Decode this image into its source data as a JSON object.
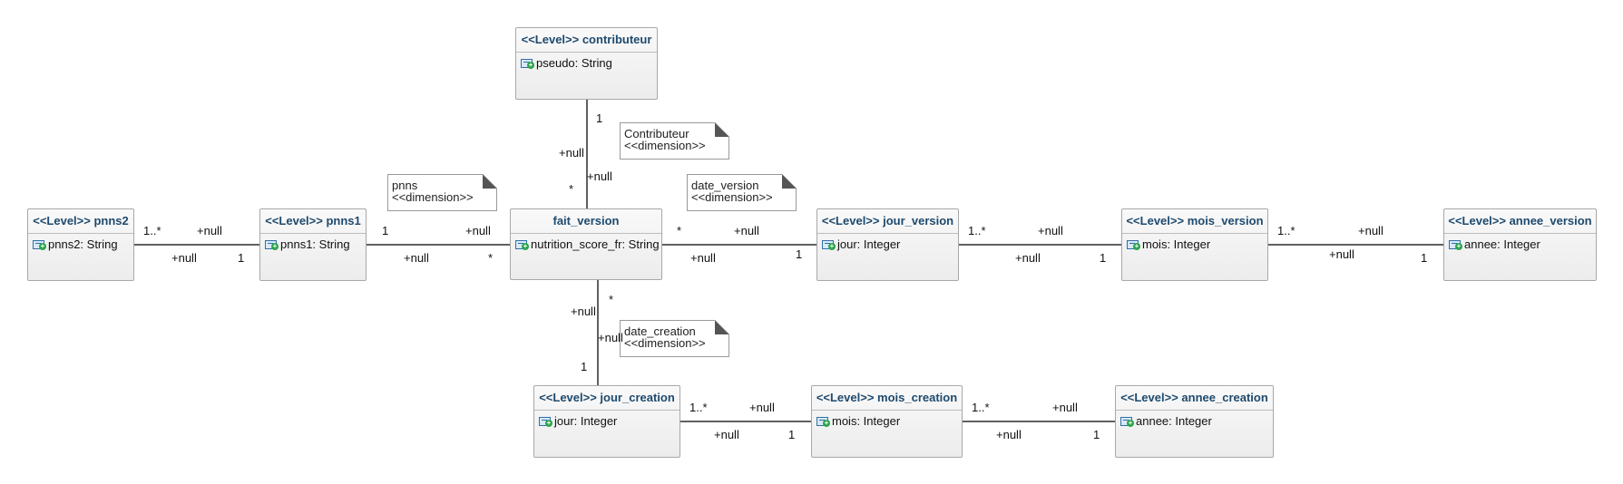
{
  "classes": {
    "contributeur": {
      "title": "<<Level>> contributeur",
      "attr": "pseudo: String"
    },
    "pnns2": {
      "title": "<<Level>> pnns2",
      "attr": "pnns2: String"
    },
    "pnns1": {
      "title": "<<Level>> pnns1",
      "attr": "pnns1: String"
    },
    "fait_version": {
      "title": "fait_version",
      "attr": "nutrition_score_fr: String"
    },
    "jour_version": {
      "title": "<<Level>> jour_version",
      "attr": "jour: Integer"
    },
    "mois_version": {
      "title": "<<Level>> mois_version",
      "attr": "mois: Integer"
    },
    "annee_version": {
      "title": "<<Level>> annee_version",
      "attr": "annee: Integer"
    },
    "jour_creation": {
      "title": "<<Level>> jour_creation",
      "attr": "jour: Integer"
    },
    "mois_creation": {
      "title": "<<Level>> mois_creation",
      "attr": "mois: Integer"
    },
    "annee_creation": {
      "title": "<<Level>> annee_creation",
      "attr": "annee: Integer"
    }
  },
  "notes": {
    "contributeur": {
      "name": "Contributeur",
      "stereotype": "<<dimension>>"
    },
    "pnns": {
      "name": "pnns",
      "stereotype": "<<dimension>>"
    },
    "date_version": {
      "name": "date_version",
      "stereotype": "<<dimension>>"
    },
    "date_creation": {
      "name": "date_creation",
      "stereotype": "<<dimension>>"
    }
  },
  "edge_labels": {
    "contrib_mult_top": "1",
    "contrib_role_left": "+null",
    "contrib_role_right": "+null",
    "contrib_mult_bottom": "*",
    "pnns2_pnns1_mult_left": "1..*",
    "pnns2_pnns1_role_top": "+null",
    "pnns2_pnns1_role_bottom": "+null",
    "pnns2_pnns1_mult_right": "1",
    "pnns1_fait_mult_left": "1",
    "pnns1_fait_role_top": "+null",
    "pnns1_fait_role_bottom": "+null",
    "pnns1_fait_mult_right": "*",
    "fait_jour_mult_left": "*",
    "fait_jour_role_top": "+null",
    "fait_jour_role_bottom": "+null",
    "fait_jour_mult_right": "1",
    "jour_mois_v_mult_left": "1..*",
    "jour_mois_v_role_top": "+null",
    "jour_mois_v_role_bottom": "+null",
    "jour_mois_v_mult_right": "1",
    "mois_annee_v_mult_left": "1..*",
    "mois_annee_v_role_top": "+null",
    "mois_annee_v_role_bottom": "+null",
    "mois_annee_v_mult_right": "1",
    "fait_creation_mult_top": "*",
    "fait_creation_role_left": "+null",
    "fait_creation_role_right": "+null",
    "fait_creation_mult_bottom": "1",
    "jour_mois_c_mult_left": "1..*",
    "jour_mois_c_role_top": "+null",
    "jour_mois_c_role_bottom": "+null",
    "jour_mois_c_mult_right": "1",
    "mois_annee_c_mult_left": "1..*",
    "mois_annee_c_role_top": "+null",
    "mois_annee_c_role_bottom": "+null",
    "mois_annee_c_mult_right": "1"
  }
}
